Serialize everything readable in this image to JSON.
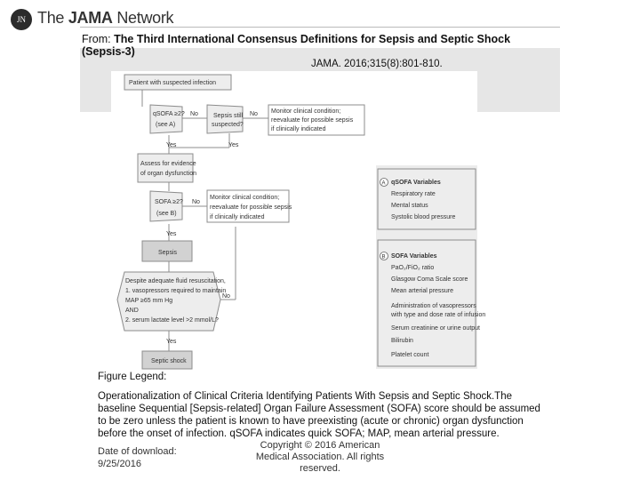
{
  "brand": {
    "mark": "JN",
    "name_prefix": "The ",
    "name_strong": "JAMA",
    "name_suffix": " Network"
  },
  "from_label": "From:",
  "article_title": "The Third International Consensus Definitions for Sepsis and Septic Shock (Sepsis-3)",
  "citation": "JAMA. 2016;315(8):801-810.",
  "flowchart": {
    "start": "Patient with suspected infection",
    "qsofa_q1": "qSOFA ≥2?",
    "qsofa_q2": "(see A)",
    "no1": "No",
    "sepsis_still_1": "Sepsis still",
    "sepsis_still_2": "suspected?",
    "no2": "No",
    "monitor1_1": "Monitor clinical condition;",
    "monitor1_2": "reevaluate for possible sepsis",
    "monitor1_3": "if clinically indicated",
    "yes1": "Yes",
    "yes2": "Yes",
    "assess_1": "Assess for evidence",
    "assess_2": "of organ dysfunction",
    "sofa_q1": "SOFA ≥2?",
    "sofa_q2": "(see B)",
    "no3": "No",
    "monitor2_1": "Monitor clinical condition;",
    "monitor2_2": "reevaluate for possible sepsis",
    "monitor2_3": "if clinically indicated",
    "yes3": "Yes",
    "sepsis": "Sepsis",
    "shock_1": "Despite adequate fluid resuscitation,",
    "shock_2": "1. vasopressors required to maintain",
    "shock_3": "MAP ≥65 mm Hg",
    "shock_4": "AND",
    "shock_5": "2. serum lactate level >2 mmol/L?",
    "no4": "No",
    "yes4": "Yes",
    "septic_shock": "Septic shock"
  },
  "panel_a": {
    "letter": "A",
    "title": "qSOFA Variables",
    "items": [
      "Respiratory rate",
      "Mental status",
      "Systolic blood pressure"
    ]
  },
  "panel_b": {
    "letter": "B",
    "title": "SOFA Variables",
    "items": [
      "PaO₂/FiO₂ ratio",
      "Glasgow Coma Scale score",
      "Mean arterial pressure",
      "Administration of vasopressors",
      "with type and dose rate of infusion",
      "Serum creatinine or urine output",
      "Bilirubin",
      "Platelet count"
    ]
  },
  "legend_label": "Figure Legend:",
  "legend_text": "Operationalization of Clinical Criteria Identifying Patients With Sepsis and Septic Shock.The baseline Sequential [Sepsis-related] Organ Failure Assessment (SOFA) score should be assumed to be zero unless the patient is known to have preexisting (acute or chronic) organ dysfunction before the onset of infection. qSOFA indicates quick SOFA; MAP, mean arterial pressure.",
  "download_label": "Date of download:",
  "download_date": "9/25/2016",
  "copyright": "Copyright © 2016 American Medical Association. All rights reserved.",
  "colors": {
    "box_fill": "#ededed",
    "box_stroke": "#8c8c8c",
    "sepsis_fill": "#d2d2d2",
    "header_band": "#e6e6e6"
  }
}
